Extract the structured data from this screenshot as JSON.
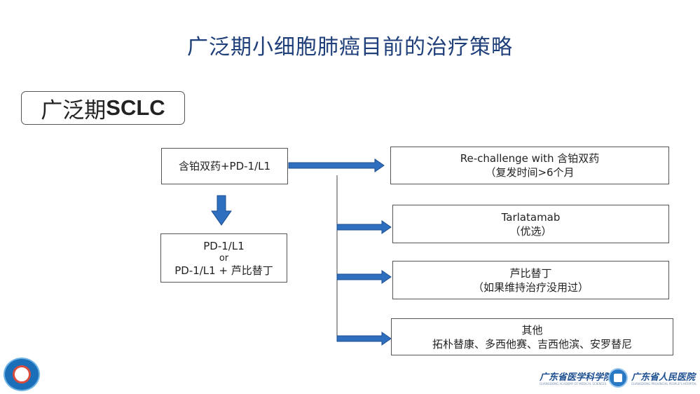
{
  "title": "广泛期小细胞肺癌目前的治疗策略",
  "stage": {
    "prefix": "广泛期",
    "bold": "SCLC"
  },
  "first_line": {
    "text": "含铂双药+PD-1/L1"
  },
  "maintenance": {
    "line1": "PD-1/L1",
    "line2": "or",
    "line3": "PD-1/L1 + 芦比替丁"
  },
  "options": [
    {
      "line1": "Re-challenge with 含铂双药",
      "line2": "（复发时间>6个月"
    },
    {
      "line1": "Tarlatamab",
      "line2": "（优选）"
    },
    {
      "line1": "芦比替丁",
      "line2": "（如果维持治疗没用过）"
    },
    {
      "line1": "其他",
      "line2": "拓朴替康、多西他赛、吉西他滨、安罗替尼"
    }
  ],
  "footer": {
    "academy": "广东省医学科学院",
    "hospital": "广东省人民医院",
    "academy_en": "GUANGDONG ACADEMY OF MEDICAL SCIENCES",
    "hospital_en": "GUANGDONG PROVINCIAL PEOPLE'S HOSPITAL"
  },
  "colors": {
    "title": "#1f3f7a",
    "arrow_fill": "#2f6fc0",
    "arrow_stroke": "#1e4f8f"
  }
}
